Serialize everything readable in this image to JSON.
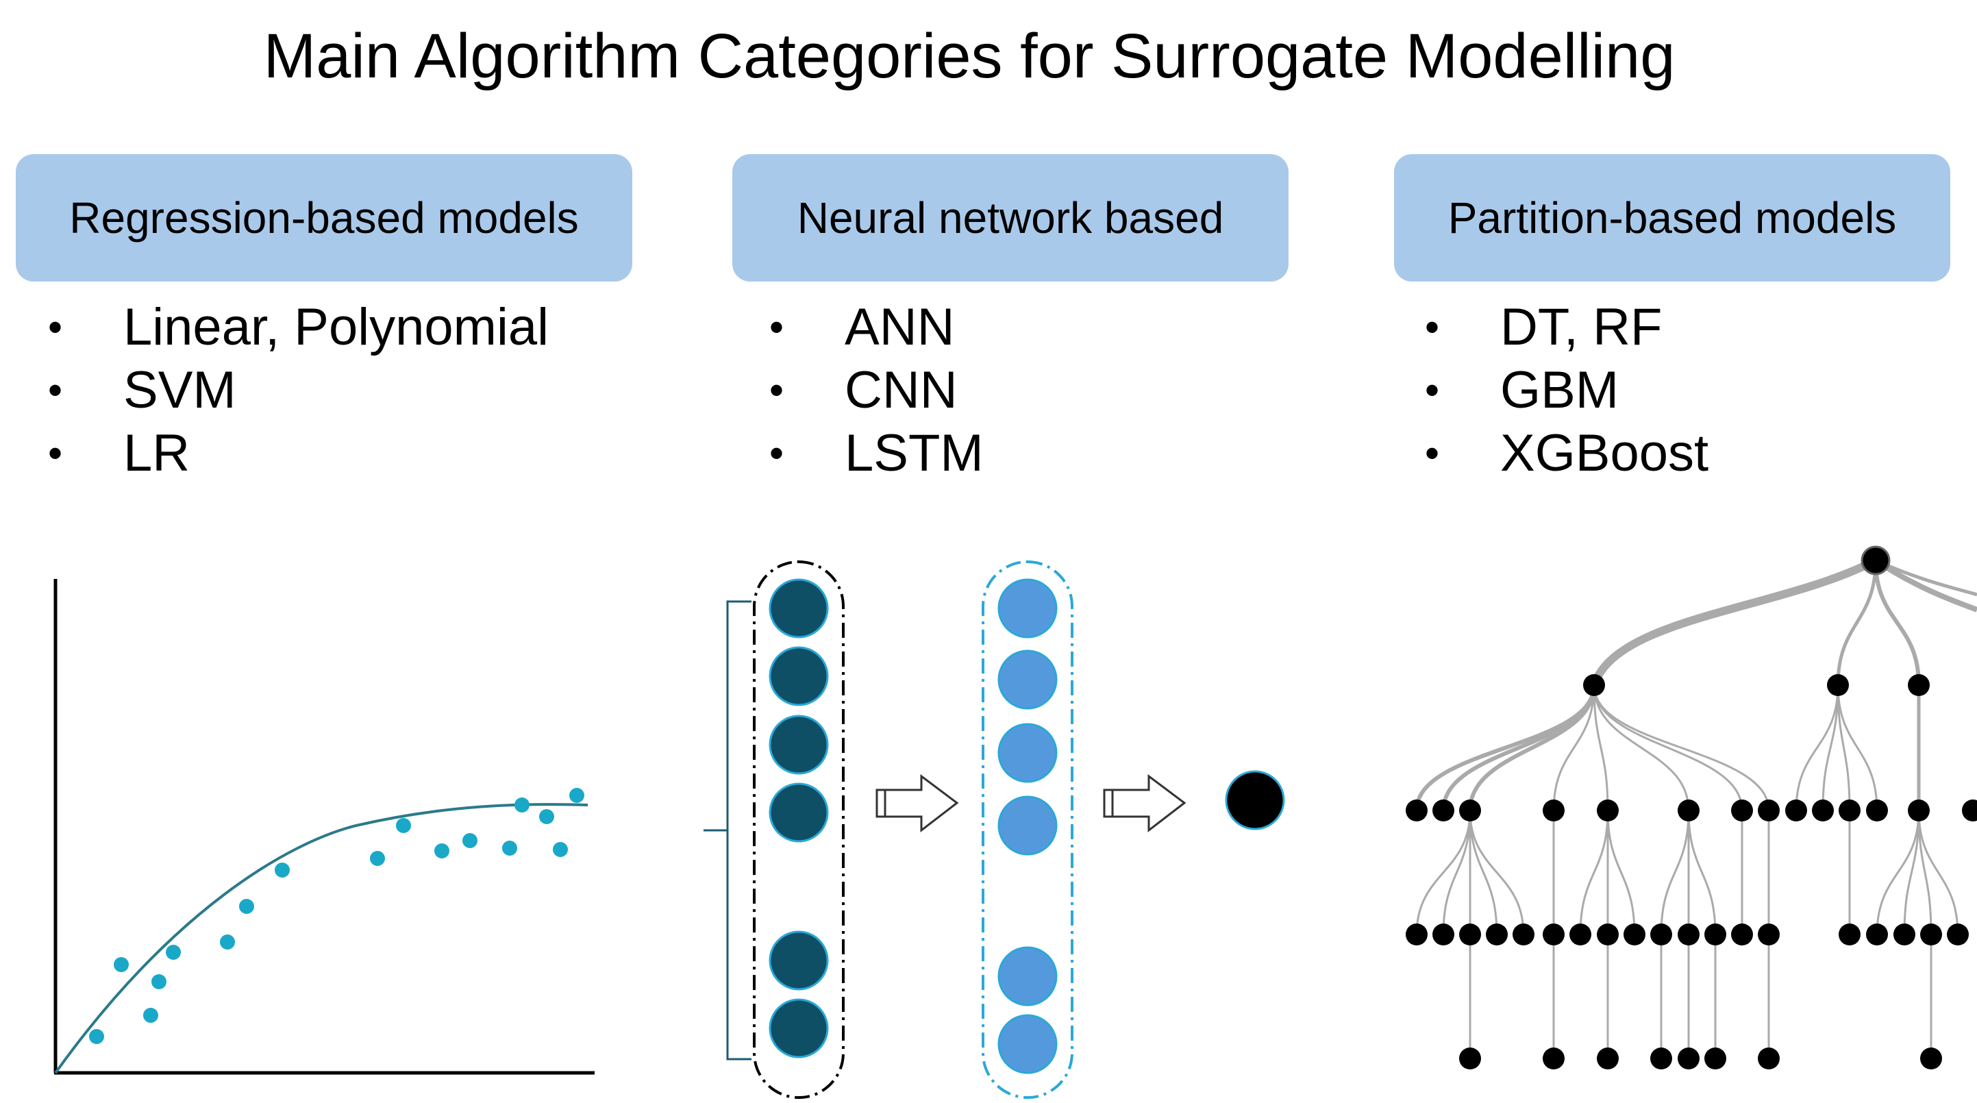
{
  "title": "Main Algorithm Categories for Surrogate Modelling",
  "categories": [
    {
      "header": "Regression-based models",
      "items": [
        "Linear, Polynomial",
        "SVM",
        "LR"
      ]
    },
    {
      "header": "Neural network based",
      "items": [
        "ANN",
        "CNN",
        "LSTM"
      ]
    },
    {
      "header": "Partition-based models",
      "items": [
        "DT, RF",
        "GBM",
        "XGBoost"
      ]
    }
  ],
  "colors": {
    "header_fill": "#a9c9ea",
    "scatter_point": "#1aa8c8",
    "curve": "#2b7a8a",
    "input_node": "#0e4f66",
    "hidden_node": "#5599dd",
    "output_node": "#000000",
    "tree_edge": "#aaaaaa",
    "tree_node": "#000000"
  }
}
